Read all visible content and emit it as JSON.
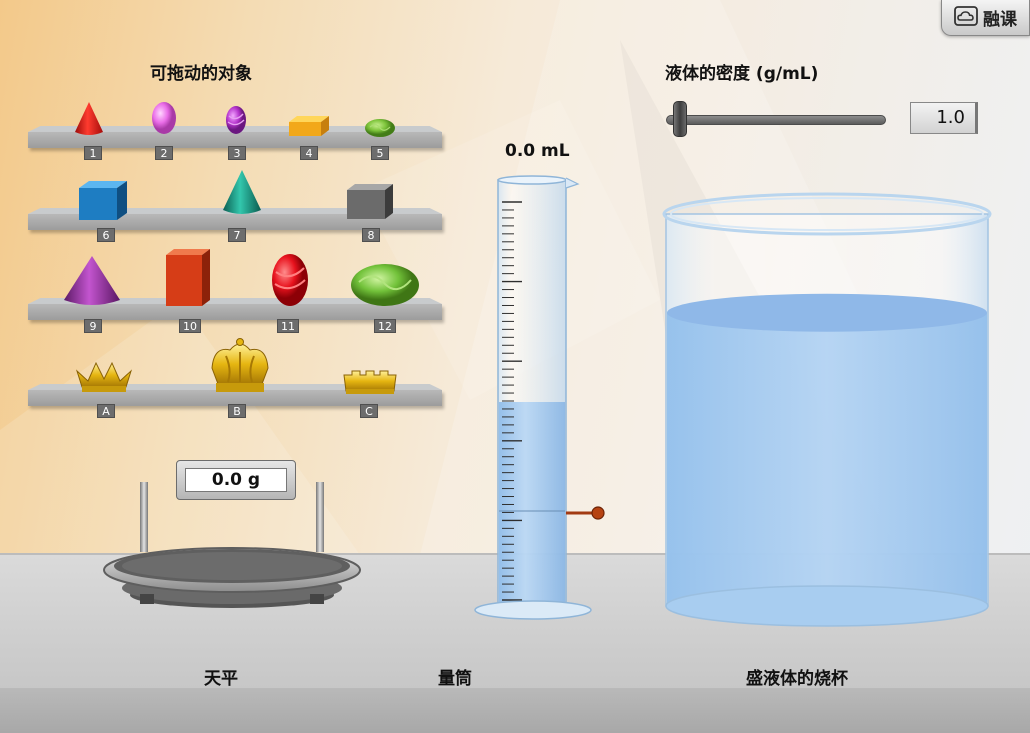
{
  "app": {
    "logo_text": "融课",
    "logo_icon": "cloud-icon"
  },
  "objects_panel": {
    "title": "可拖动的对象",
    "shelves": [
      {
        "items": [
          {
            "label": "1",
            "shape": "cone",
            "color": "#e0201c"
          },
          {
            "label": "2",
            "shape": "egg",
            "color": "#e76be8"
          },
          {
            "label": "3",
            "shape": "egg",
            "color": "#b533c9"
          },
          {
            "label": "4",
            "shape": "cube",
            "color": "#f2b21c"
          },
          {
            "label": "5",
            "shape": "blob",
            "color": "#7cc33a"
          }
        ]
      },
      {
        "items": [
          {
            "label": "6",
            "shape": "cube",
            "color": "#1e7dc2"
          },
          {
            "label": "7",
            "shape": "cone",
            "color": "#1aa08a"
          },
          {
            "label": "8",
            "shape": "cube",
            "color": "#6b6b6b"
          }
        ]
      },
      {
        "items": [
          {
            "label": "9",
            "shape": "cone",
            "color": "#a33aae"
          },
          {
            "label": "10",
            "shape": "box",
            "color": "#d63d17"
          },
          {
            "label": "11",
            "shape": "egg",
            "color": "#e8121d"
          },
          {
            "label": "12",
            "shape": "blob",
            "color": "#72c23a"
          }
        ]
      },
      {
        "items": [
          {
            "label": "A",
            "shape": "crown",
            "color": "#e6b611"
          },
          {
            "label": "B",
            "shape": "crown",
            "color": "#e6b611"
          },
          {
            "label": "C",
            "shape": "crown",
            "color": "#e6b611"
          }
        ]
      }
    ]
  },
  "scale": {
    "reading": "0.0 g",
    "label": "天平"
  },
  "cylinder": {
    "volume": "0.0 mL",
    "label": "量筒",
    "fill_fraction": 0.5
  },
  "density": {
    "title": "液体的密度 (g/mL)",
    "value": "1.0",
    "slider_fraction": 0.0
  },
  "beaker": {
    "label": "盛液体的烧杯",
    "fill_fraction": 0.78
  },
  "colors": {
    "water": "#a6ccf0",
    "water_top": "#8fb8e8",
    "tag_bg": "#6d6d6d"
  }
}
